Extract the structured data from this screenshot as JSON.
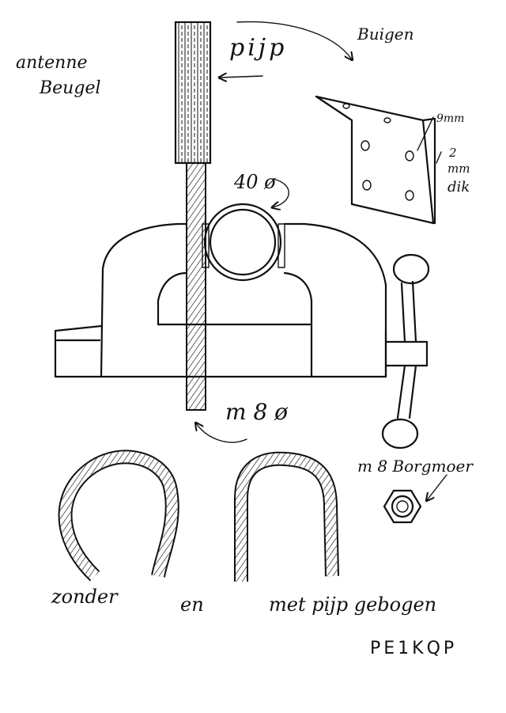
{
  "labels": {
    "antenna_line1": "antenne",
    "antenna_line2": "Beugel",
    "pipe": "pijp",
    "bend": "Buigen",
    "hole_size": "9mm",
    "thickness_value": "2",
    "thickness_unit": "mm",
    "thickness_word": "dik",
    "pipe_diameter": "40 ø",
    "rod_size": "m 8 ø",
    "locknut": "m 8 Borgmoer",
    "caption_without": "zonder",
    "caption_and": "en",
    "caption_with": "met pijp gebogen",
    "callsign": "PE1KQP"
  }
}
